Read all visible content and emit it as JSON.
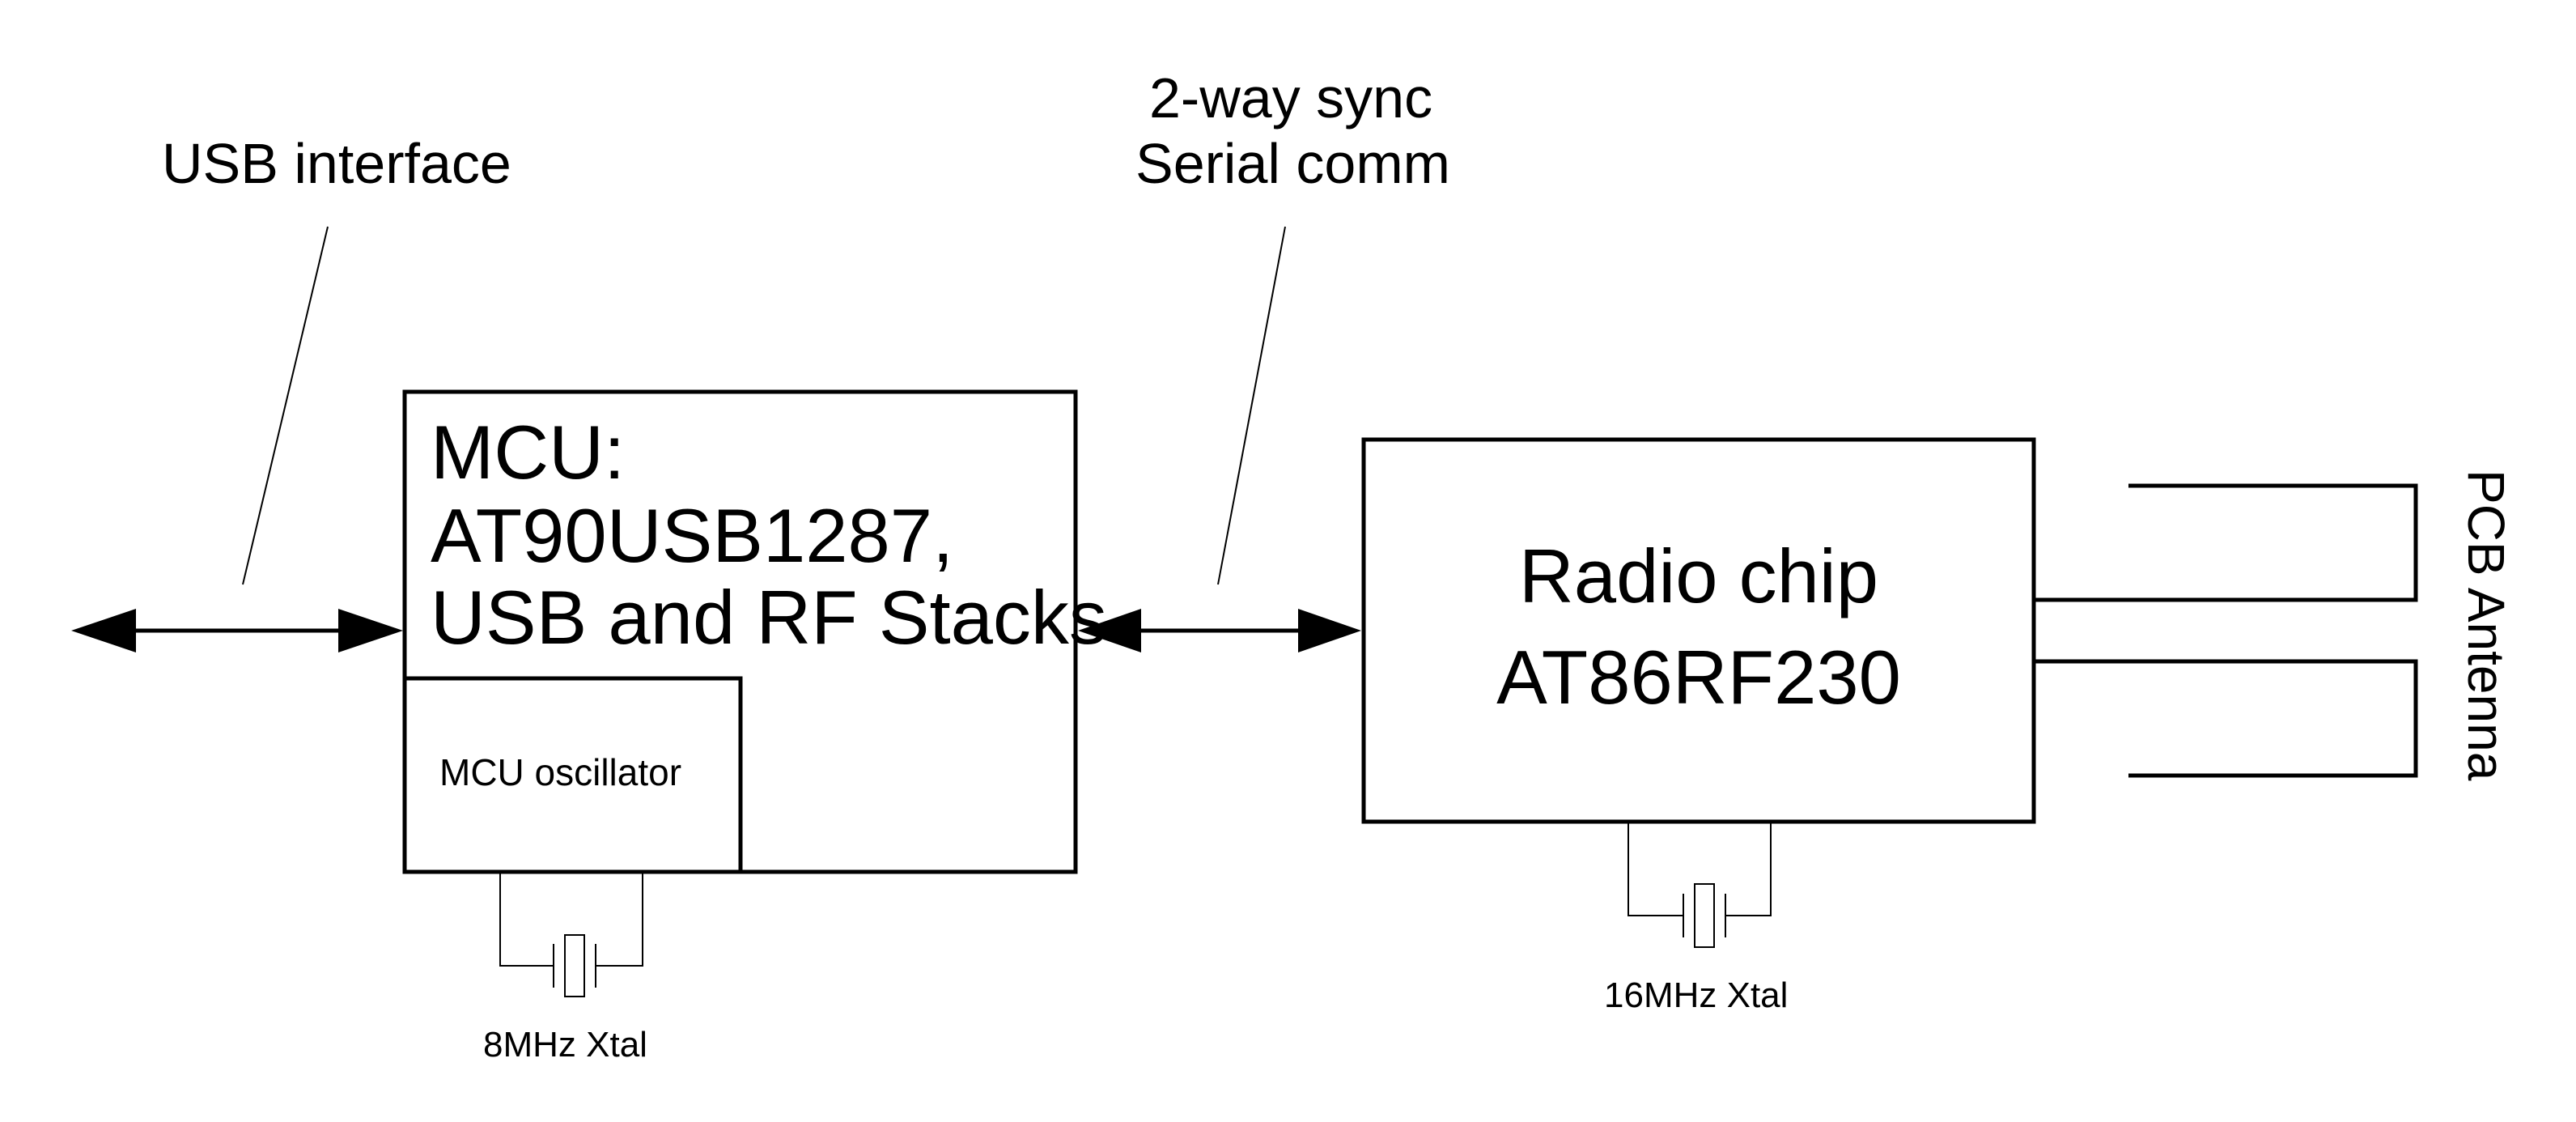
{
  "labels": {
    "usb_interface": "USB interface",
    "sync_line1": "2-way sync",
    "sync_line2": "Serial comm",
    "mcu_line1": "MCU:",
    "mcu_line2": "AT90USB1287,",
    "mcu_line3": "USB and RF Stacks",
    "mcu_oscillator": "MCU oscillator",
    "xtal_8mhz": "8MHz Xtal",
    "radio_line1": "Radio chip",
    "radio_line2": "AT86RF230",
    "xtal_16mhz": "16MHz Xtal",
    "pcb_antenna": "PCB Antenna"
  }
}
